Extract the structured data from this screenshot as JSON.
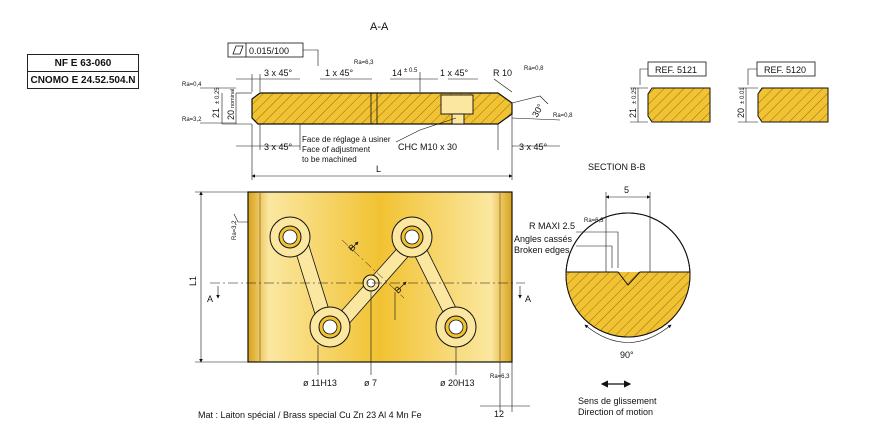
{
  "standards": [
    "NF E 63-060",
    "CNOMO E 24.52.504.N"
  ],
  "section_aa": {
    "title": "A-A",
    "flatness": "0.015/100",
    "chamfer_left_top": "3 x 45°",
    "chamfer_mid_top": "1 x 45°",
    "chamfer_right_top": "1 x 45°",
    "ra_small_1": "Ra=6,3",
    "dim_14": "14",
    "dim_14_tol": "± 0.5",
    "radius": "R 10",
    "ra_radius": "Ra=0,8",
    "ra_left_top": "Ra=0,4",
    "ra_left_bottom": "Ra=3,2",
    "ra_right_bottom": "Ra=0,8",
    "thickness_21": "21",
    "thickness_21_tol": "± 0.25",
    "thickness_20": "20",
    "thickness_20_note": "nominal",
    "angle_30": "30°",
    "chamfer_left_bottom": "3 x 45°",
    "chamfer_right_bottom": "3 x 45°",
    "note_fr": "Face de réglage à usiner",
    "note_en1": "Face of adjustment",
    "note_en2": "to be machined",
    "screw": "CHC M10 x 30",
    "length": "L"
  },
  "refs": [
    {
      "label": "REF. 5121",
      "dim": "21",
      "tol": "± 0.25"
    },
    {
      "label": "REF. 5120",
      "dim": "20",
      "tol": "± 0.01"
    }
  ],
  "plan": {
    "ra_left": "Ra=3,2",
    "height": "L1",
    "section_mark": "A",
    "b_mark": "B",
    "hole_small": "ø 11H13",
    "hole_center": "ø 7",
    "hole_large": "ø 20H13",
    "ra_bottom": "Ra=6,3",
    "dim_12": "12"
  },
  "section_bb": {
    "title": "SECTION B-B",
    "dim_5": "5",
    "r_max": "R MAXI 2.5",
    "ra": "Ra=6,3",
    "note_fr": "Angles cassés",
    "note_en": "Broken edges",
    "angle": "90°"
  },
  "motion": {
    "fr": "Sens de glissement",
    "en": "Direction of motion"
  },
  "material": "Mat : Laiton spécial / Brass special Cu Zn 23 Al 4 Mn Fe",
  "colors": {
    "brass": "#f1c232",
    "brass_light": "#fbe7a0",
    "brass_dark": "#c9961a",
    "line": "#111111"
  }
}
